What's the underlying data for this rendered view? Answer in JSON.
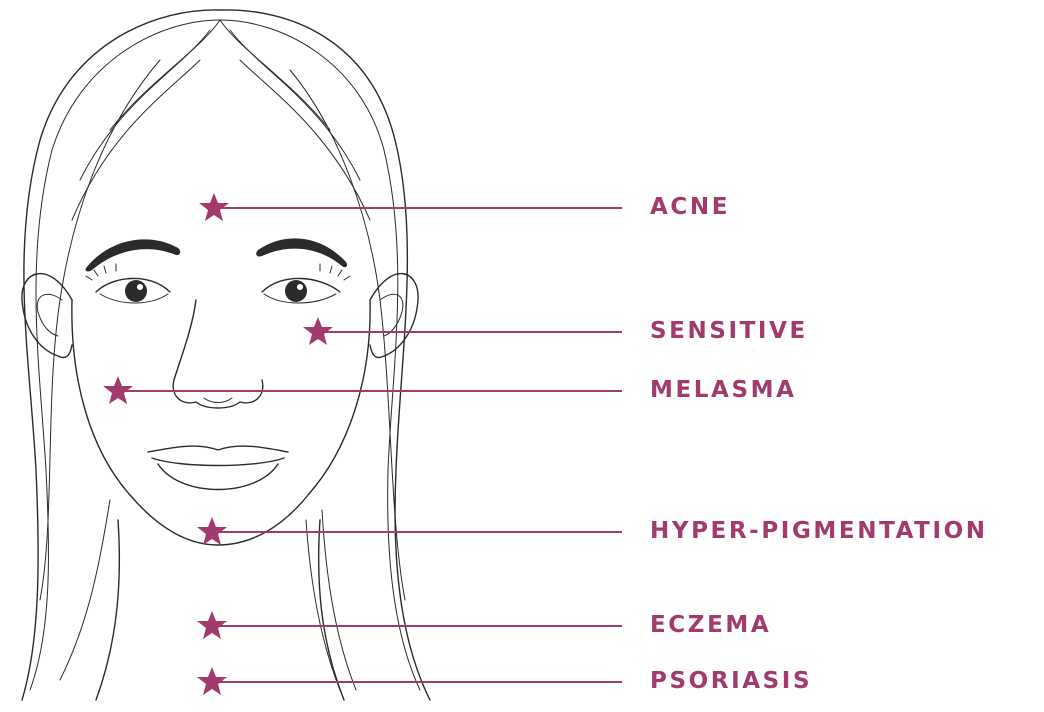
{
  "colors": {
    "accent": "#a33a6e",
    "line_art": "#2b2b2b",
    "background": "#ffffff"
  },
  "markers": [
    {
      "id": "acne",
      "label": "ACNE",
      "icon": "star-icon"
    },
    {
      "id": "sensitive",
      "label": "SENSITIVE",
      "icon": "star-icon"
    },
    {
      "id": "melasma",
      "label": "MELASMA",
      "icon": "star-icon"
    },
    {
      "id": "hyper-pigmentation",
      "label": "HYPER-PIGMENTATION",
      "icon": "star-icon"
    },
    {
      "id": "eczema",
      "label": "ECZEMA",
      "icon": "star-icon"
    },
    {
      "id": "psoriasis",
      "label": "PSORIASIS",
      "icon": "star-icon"
    }
  ]
}
